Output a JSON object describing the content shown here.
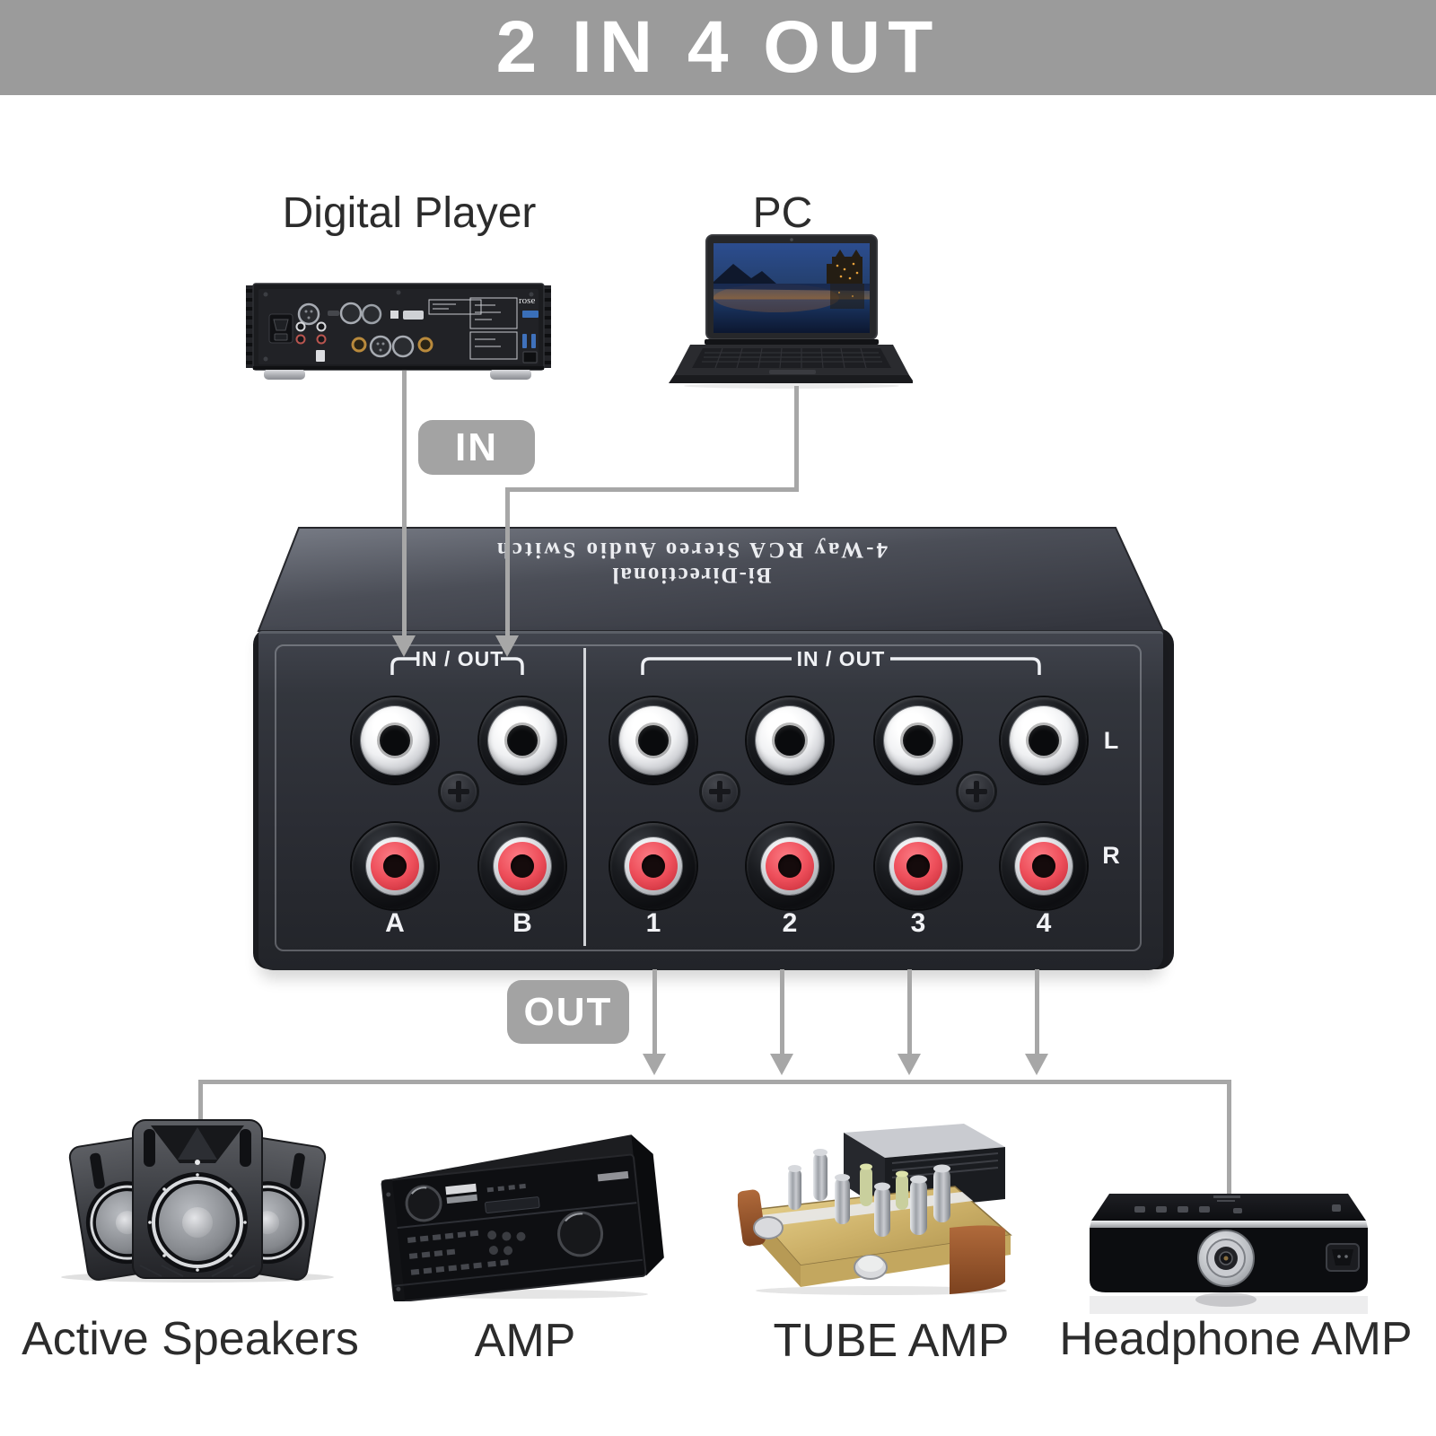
{
  "banner": {
    "title": "2 IN 4 OUT"
  },
  "input_section": {
    "badge": "IN",
    "devices": [
      {
        "label": "Digital Player",
        "logo": "rose"
      },
      {
        "label": "PC"
      }
    ]
  },
  "switch_box": {
    "top_line1": "Bi-Directional",
    "top_line2": "4-Way RCA Stereo Audio Switch",
    "left_group": {
      "bracket_label": "IN / OUT",
      "ports": [
        "A",
        "B"
      ]
    },
    "right_group": {
      "bracket_label": "IN / OUT",
      "ports": [
        "1",
        "2",
        "3",
        "4"
      ]
    },
    "channels": {
      "left": "L",
      "right": "R"
    }
  },
  "output_section": {
    "badge": "OUT",
    "devices": [
      {
        "label": "Active Speakers"
      },
      {
        "label": "AMP"
      },
      {
        "label": "TUBE AMP"
      },
      {
        "label": "Headphone AMP"
      }
    ]
  },
  "colors": {
    "banner_gray": "#9b9b9b",
    "connector_gray": "#a7a7a7",
    "box_face": "#2b2d34",
    "rca_white": "#f0f1f3",
    "rca_red": "#ee4f5b"
  }
}
